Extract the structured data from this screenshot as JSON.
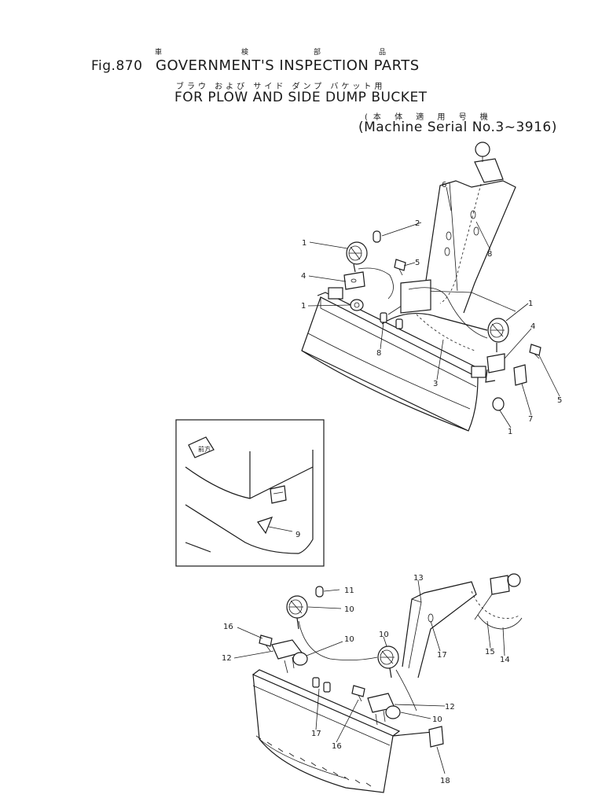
{
  "header": {
    "fig_label": "Fig.870",
    "title_jp": [
      "車",
      "検",
      "部",
      "品"
    ],
    "title_en": "GOVERNMENT'S INSPECTION PARTS",
    "subtitle_jp": "ブラウ および サイド ダンプ バケット用",
    "subtitle_en": "FOR PLOW AND SIDE DUMP BUCKET",
    "serial_jp": "(本 体 適 用 号 機",
    "serial_en": "(Machine Serial No.3~3916)"
  },
  "inset": {
    "sign_text": "前方"
  },
  "callouts": {
    "upper": [
      "1",
      "2",
      "6",
      "8",
      "5",
      "4",
      "1",
      "8",
      "3",
      "1",
      "4",
      "5",
      "7",
      "1"
    ],
    "inset": [
      "9"
    ],
    "lower": [
      "11",
      "10",
      "13",
      "16",
      "10",
      "10",
      "12",
      "17",
      "15",
      "14",
      "12",
      "10",
      "17",
      "16",
      "18"
    ]
  }
}
